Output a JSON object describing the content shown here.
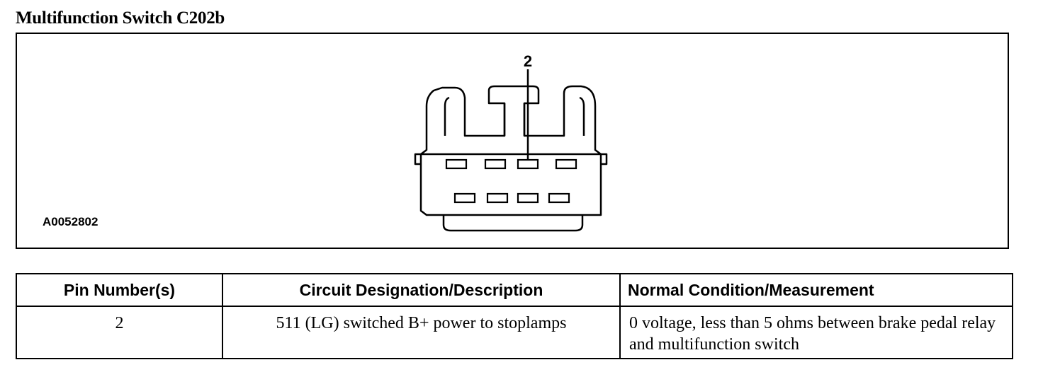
{
  "page": {
    "title": "Multifunction Switch C202b",
    "figure_id": "A0052802"
  },
  "connector": {
    "pin_callout": "2",
    "pins_top_row": 4,
    "pins_bottom_row": 4
  },
  "pin_table": {
    "headers": [
      "Pin Number(s)",
      "Circuit Designation/Description",
      "Normal Condition/Measurement"
    ],
    "rows": [
      [
        "2",
        "511 (LG) switched B+ power to stoplamps",
        "0 voltage, less than 5 ohms between brake pedal relay and multifunction switch"
      ]
    ]
  }
}
